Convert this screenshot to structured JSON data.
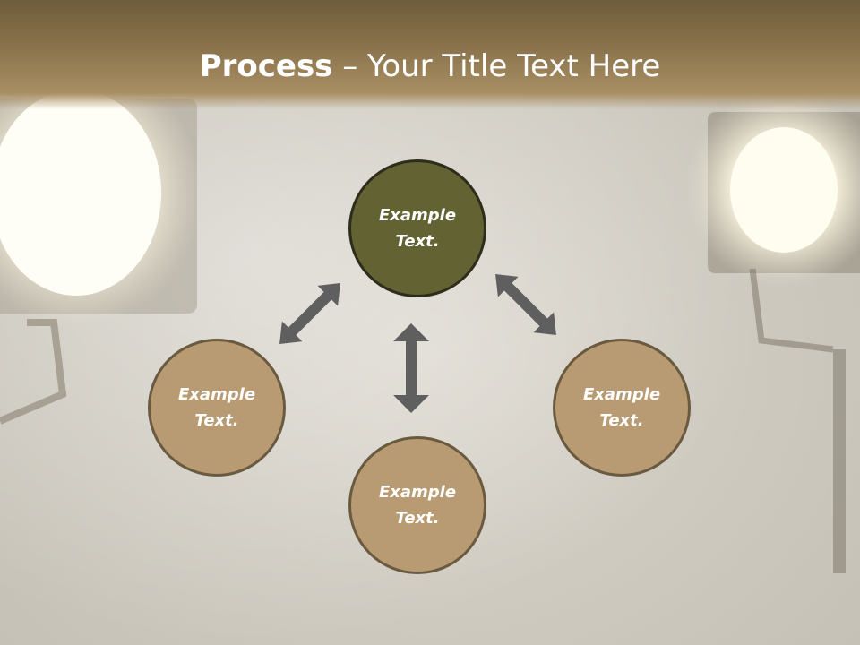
{
  "slide": {
    "title_bold": "Process",
    "title_rest": " – Your Title Text Here"
  },
  "nodes": {
    "top": "Example\nText.",
    "left": "Example\nText.",
    "right": "Example\nText.",
    "bottom": "Example\nText."
  },
  "colors": {
    "title_bar": "#8b744d",
    "center_node": "#636232",
    "outer_node": "#b89b72",
    "arrow": "#5f5f5f"
  }
}
